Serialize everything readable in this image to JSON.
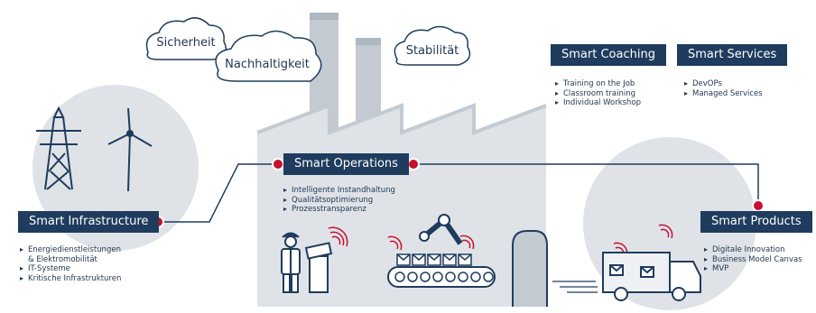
{
  "clouds": [
    "Sicherheit",
    "Nachhaltigkeit",
    "Stabilität"
  ],
  "smart_coaching": {
    "title": "Smart Coaching",
    "items": [
      "Training on the Job",
      "Classroom training",
      "Individual Workshop"
    ]
  },
  "smart_services": {
    "title": "Smart Services",
    "items": [
      "DevOPs",
      "Managed Services"
    ]
  },
  "smart_operations": {
    "title": "Smart Operations",
    "items": [
      "Intelligente Instandhaltung",
      "Qualitätsoptimierung",
      "Prozesstransparenz"
    ]
  },
  "smart_infrastructure": {
    "title": "Smart Infrastructure",
    "items": [
      "Energiedienstleistungen",
      "& Elektromobilität",
      "IT-Systeme",
      "Kritische Infrastrukturen"
    ]
  },
  "smart_products": {
    "title": "Smart Products",
    "items": [
      "Digitale Innovation",
      "Business Model Canvas",
      "MVP"
    ]
  },
  "colors": {
    "navy": "#1f3c5e",
    "accent": "#c8102e",
    "light_gray": "#dfe3e8",
    "mid_gray": "#c3cad2"
  }
}
